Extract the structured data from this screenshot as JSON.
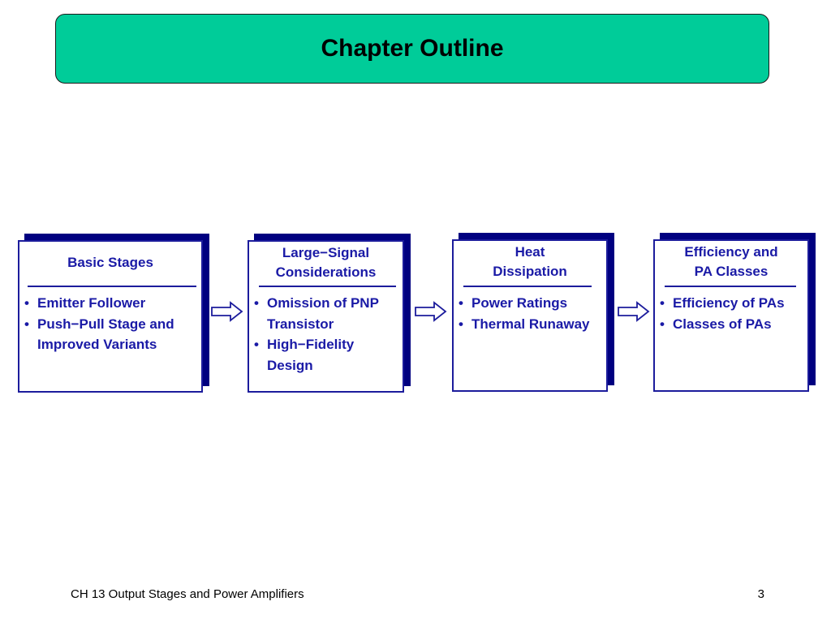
{
  "slide": {
    "title": "Chapter Outline"
  },
  "cards": [
    {
      "heading": [
        "Basic Stages"
      ],
      "items": [
        "Emitter Follower",
        "Push−Pull Stage and Improved Variants"
      ]
    },
    {
      "heading": [
        "Large−Signal",
        "Considerations"
      ],
      "items": [
        "Omission of PNP Transistor",
        "High−Fidelity Design"
      ]
    },
    {
      "heading": [
        "Heat",
        "Dissipation"
      ],
      "items": [
        "Power Ratings",
        "Thermal Runaway"
      ]
    },
    {
      "heading": [
        "Efficiency and",
        "PA Classes"
      ],
      "items": [
        " Efficiency of PAs",
        "Classes of PAs"
      ]
    }
  ],
  "footer": {
    "course": "CH 13 Output Stages and Power Amplifiers",
    "page_number": "3"
  },
  "colors": {
    "title_fill": "#00cc99",
    "card_text": "#1a1aa6",
    "card_shadow": "#000080"
  },
  "icons": {
    "flow_arrow": "hollow-right-arrow-icon"
  }
}
